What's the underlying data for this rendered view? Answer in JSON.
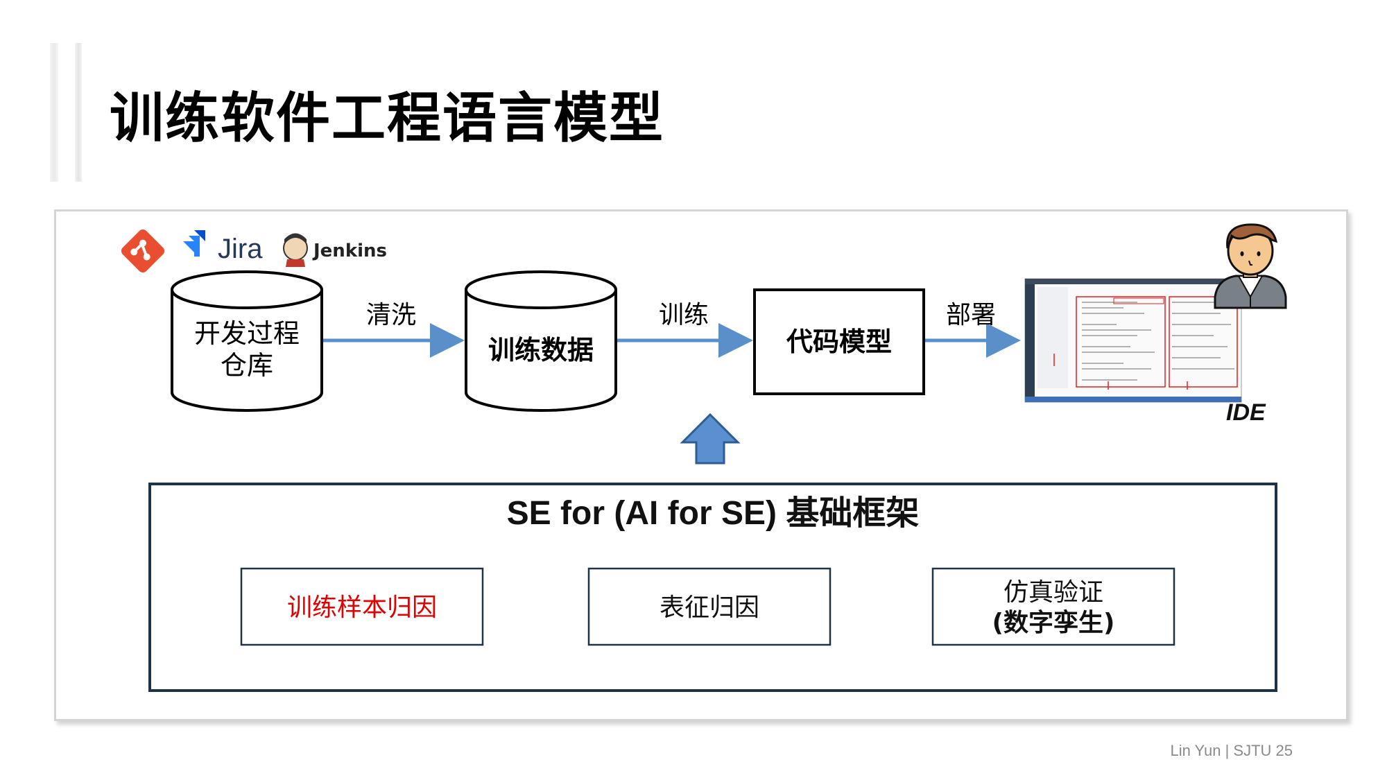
{
  "slide": {
    "title": "训练软件工程语言模型",
    "footer": "Lin Yun | SJTU 25"
  },
  "logos": {
    "jira": "Jira",
    "jenkins": "Jenkins"
  },
  "pipeline": {
    "repo_line1": "开发过程",
    "repo_line2": "仓库",
    "training_data": "训练数据",
    "code_model": "代码模型",
    "arrow_clean": "清洗",
    "arrow_train": "训练",
    "arrow_deploy": "部署",
    "ide_label": "IDE"
  },
  "framework": {
    "title": "SE for (AI for SE) 基础框架",
    "box1": "训练样本归因",
    "box2": "表征归因",
    "box3_line1": "仿真验证",
    "box3_line2": "(数字孪生)"
  },
  "colors": {
    "arrow_blue": "#5b8fc9",
    "up_arrow_fill": "#5a8fd0",
    "highlight_red": "#e00000",
    "git_orange": "#e94e31",
    "jira_blue": "#2684ff",
    "frame_navy": "#1f3347"
  }
}
